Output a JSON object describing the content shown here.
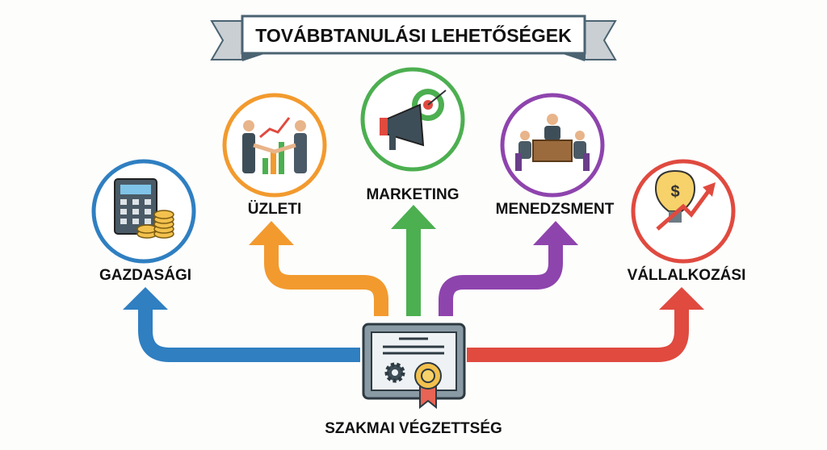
{
  "title": "TOVÁBBTANULÁSI LEHETŐSÉGEK",
  "source": {
    "label": "SZAKMAI VÉGZETTSÉG",
    "icon": "certificate-icon"
  },
  "branches": [
    {
      "label": "GAZDASÁGI",
      "color": "#2f7fc1",
      "icon": "calculator-coins-icon"
    },
    {
      "label": "ÜZLETI",
      "color": "#f29a2e",
      "icon": "handshake-chart-icon"
    },
    {
      "label": "MARKETING",
      "color": "#4caf50",
      "icon": "megaphone-target-icon"
    },
    {
      "label": "MENEDZSMENT",
      "color": "#8e44ad",
      "icon": "meeting-icon"
    },
    {
      "label": "VÁLLALKOZÁSI",
      "color": "#e04a3f",
      "icon": "lightbulb-growth-icon"
    }
  ]
}
